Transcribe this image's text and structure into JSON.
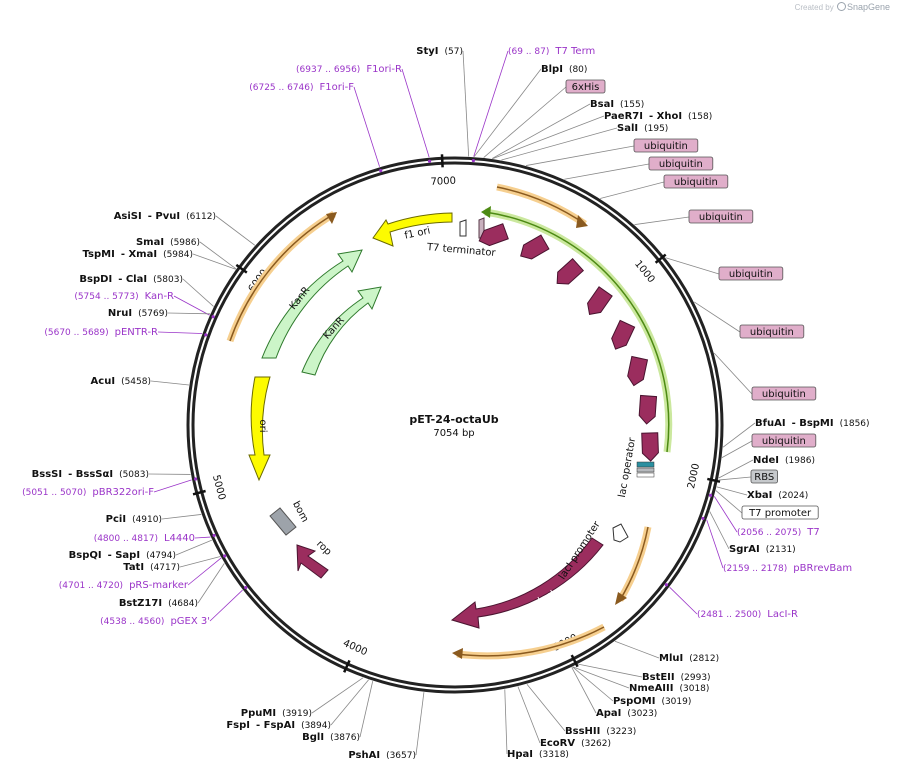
{
  "credit": {
    "prefix": "Created by",
    "brand": "SnapGene"
  },
  "plasmid": {
    "name": "pET-24-octaUb",
    "size": "7054 bp",
    "length": 7054
  },
  "ticks": [
    {
      "pos": 1000,
      "label": "1000"
    },
    {
      "pos": 2000,
      "label": "2000"
    },
    {
      "pos": 3000,
      "label": "3000"
    },
    {
      "pos": 4000,
      "label": "4000"
    },
    {
      "pos": 5000,
      "label": "5000"
    },
    {
      "pos": 6000,
      "label": "6000"
    },
    {
      "pos": 7000,
      "label": "7000"
    }
  ],
  "right_labels": [
    {
      "name": "BlpI",
      "coord": "(80)",
      "kind": "enzyme",
      "pos": 80
    },
    {
      "name": "6xHis",
      "coord": "",
      "kind": "feature",
      "pos": 120
    },
    {
      "name": "BsaI",
      "coord": "(155)",
      "kind": "enzyme",
      "pos": 155
    },
    {
      "name": "PaeR7I",
      "name2": "XhoI",
      "coord": "(158)",
      "kind": "enzyme",
      "pos": 158
    },
    {
      "name": "SalI",
      "coord": "(195)",
      "kind": "enzyme",
      "pos": 195
    },
    {
      "name": "ubiquitin",
      "coord": "",
      "kind": "feature",
      "pos": 300
    },
    {
      "name": "ubiquitin",
      "coord": "",
      "kind": "feature",
      "pos": 470
    },
    {
      "name": "ubiquitin",
      "coord": "",
      "kind": "feature",
      "pos": 640
    },
    {
      "name": "ubiquitin",
      "coord": "",
      "kind": "feature",
      "pos": 820
    },
    {
      "name": "ubiquitin",
      "coord": "",
      "kind": "feature",
      "pos": 1010
    },
    {
      "name": "ubiquitin",
      "coord": "",
      "kind": "feature",
      "pos": 1230
    },
    {
      "name": "ubiquitin",
      "coord": "",
      "kind": "feature",
      "pos": 1460
    },
    {
      "name": "BfuAI",
      "name2": "BspMI",
      "coord": "(1856)",
      "kind": "enzyme",
      "pos": 1856
    },
    {
      "name": "ubiquitin",
      "coord": "",
      "kind": "feature",
      "pos": 1900
    },
    {
      "name": "NdeI",
      "coord": "(1986)",
      "kind": "enzyme",
      "pos": 1986
    },
    {
      "name": "RBS",
      "coord": "",
      "kind": "rbs",
      "pos": 1995
    },
    {
      "name": "XbaI",
      "coord": "(2024)",
      "kind": "enzyme",
      "pos": 2024
    },
    {
      "name": "T7 promoter",
      "coord": "",
      "kind": "promoter",
      "pos": 2040
    },
    {
      "name": "T7",
      "coord": "(2056 .. 2075)",
      "kind": "primer",
      "pos": 2065
    },
    {
      "name": "SgrAI",
      "coord": "(2131)",
      "kind": "enzyme",
      "pos": 2131
    },
    {
      "name": "pBRrevBam",
      "coord": "(2159 .. 2178)",
      "kind": "primer",
      "pos": 2168
    },
    {
      "name": "LacI-R",
      "coord": "(2481 .. 2500)",
      "kind": "primer",
      "pos": 2490
    },
    {
      "name": "MluI",
      "coord": "(2812)",
      "kind": "enzyme",
      "pos": 2812
    },
    {
      "name": "BstEII",
      "coord": "(2993)",
      "kind": "enzyme",
      "pos": 2993
    },
    {
      "name": "NmeAIII",
      "coord": "(3018)",
      "kind": "enzyme",
      "pos": 3018
    },
    {
      "name": "PspOMI",
      "coord": "(3019)",
      "kind": "enzyme",
      "pos": 3019
    },
    {
      "name": "ApaI",
      "coord": "(3023)",
      "kind": "enzyme",
      "pos": 3023
    },
    {
      "name": "BssHII",
      "coord": "(3223)",
      "kind": "enzyme",
      "pos": 3223
    },
    {
      "name": "EcoRV",
      "coord": "(3262)",
      "kind": "enzyme",
      "pos": 3262
    },
    {
      "name": "HpaI",
      "coord": "(3318)",
      "kind": "enzyme",
      "pos": 3318
    }
  ],
  "left_labels": [
    {
      "name": "StyI",
      "coord": "(57)",
      "kind": "enzyme",
      "pos": 57
    },
    {
      "name": "F1ori-R",
      "coord": "(6937 .. 6956)",
      "kind": "primer",
      "pos": 6946
    },
    {
      "name": "F1ori-F",
      "coord": "(6725 .. 6746)",
      "kind": "primer",
      "pos": 6735
    },
    {
      "name": "AsiSI",
      "name2": "PvuI",
      "coord": "(6112)",
      "kind": "enzyme",
      "pos": 6112
    },
    {
      "name": "SmaI",
      "coord": "(5986)",
      "kind": "enzyme",
      "pos": 5986
    },
    {
      "name": "TspMI",
      "name2": "XmaI",
      "coord": "(5984)",
      "kind": "enzyme",
      "pos": 5984
    },
    {
      "name": "BspDI",
      "name2": "ClaI",
      "coord": "(5803)",
      "kind": "enzyme",
      "pos": 5803
    },
    {
      "name": "Kan-R",
      "coord": "(5754 .. 5773)",
      "kind": "primer",
      "pos": 5763
    },
    {
      "name": "NruI",
      "coord": "(5769)",
      "kind": "enzyme",
      "pos": 5769
    },
    {
      "name": "pENTR-R",
      "coord": "(5670 .. 5689)",
      "kind": "primer",
      "pos": 5680
    },
    {
      "name": "AcuI",
      "coord": "(5458)",
      "kind": "enzyme",
      "pos": 5458
    },
    {
      "name": "BssSI",
      "name2": "BssSαI",
      "coord": "(5083)",
      "kind": "enzyme",
      "pos": 5083
    },
    {
      "name": "pBR322ori-F",
      "coord": "(5051 .. 5070)",
      "kind": "primer",
      "pos": 5060
    },
    {
      "name": "PciI",
      "coord": "(4910)",
      "kind": "enzyme",
      "pos": 4910
    },
    {
      "name": "L4440",
      "coord": "(4800 .. 4817)",
      "kind": "primer",
      "pos": 4808
    },
    {
      "name": "BspQI",
      "name2": "SapI",
      "coord": "(4794)",
      "kind": "enzyme",
      "pos": 4794
    },
    {
      "name": "TatI",
      "coord": "(4717)",
      "kind": "enzyme",
      "pos": 4717
    },
    {
      "name": "pRS-marker",
      "coord": "(4701 .. 4720)",
      "kind": "primer",
      "pos": 4710
    },
    {
      "name": "BstZ17I",
      "coord": "(4684)",
      "kind": "enzyme",
      "pos": 4684
    },
    {
      "name": "pGEX 3'",
      "coord": "(4538 .. 4560)",
      "kind": "primer",
      "pos": 4549
    },
    {
      "name": "PpuMI",
      "coord": "(3919)",
      "kind": "enzyme",
      "pos": 3919
    },
    {
      "name": "FspI",
      "name2": "FspAI",
      "coord": "(3894)",
      "kind": "enzyme",
      "pos": 3894
    },
    {
      "name": "BglI",
      "coord": "(3876)",
      "kind": "enzyme",
      "pos": 3876
    },
    {
      "name": "PshAI",
      "coord": "(3657)",
      "kind": "enzyme",
      "pos": 3657
    }
  ],
  "top_labels": [
    {
      "name": "T7 Term",
      "coord": "(69 .. 87)",
      "kind": "primer",
      "pos": 78
    }
  ],
  "inner_labels": {
    "f1_ori": "f1 ori",
    "t7_terminator": "T7 terminator",
    "kanr_1": "KanR",
    "kanr_2": "KanR",
    "ori": "ori",
    "bom": "bom",
    "rop": "rop",
    "lac_operator": "lac operator",
    "laci_promoter": "lacI promoter",
    "laci": "lacI"
  },
  "colors": {
    "ubiquitin": "#9b2d5e",
    "feature_box": "#e0aeca",
    "primer": "#9a34c8",
    "kanr": "#ccf5c8",
    "ori": "#fdfb00",
    "orf": "#f3a93b",
    "orf_green": "#6ca31c",
    "bom": "#9da3aa"
  }
}
